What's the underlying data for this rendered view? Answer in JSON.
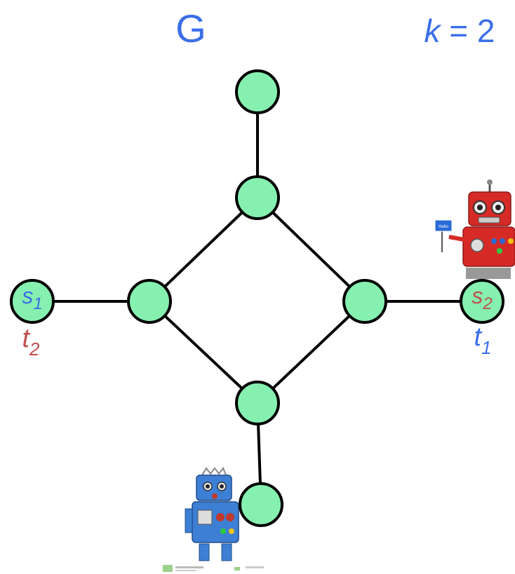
{
  "title": "G",
  "param": {
    "var": "k",
    "rest": " = 2"
  },
  "colors": {
    "blue": "#3b6fe8",
    "red": "#c0504d",
    "node_fill": "#86f0b0",
    "edge": "#000000",
    "robot_red": "#d62a26",
    "robot_blue": "#3d7fd4"
  },
  "nodes": [
    {
      "id": "top"
    },
    {
      "id": "upper"
    },
    {
      "id": "left"
    },
    {
      "id": "right"
    },
    {
      "id": "lower"
    },
    {
      "id": "bottom"
    },
    {
      "id": "s1"
    },
    {
      "id": "s2"
    }
  ],
  "edges": [
    [
      "top",
      "upper"
    ],
    [
      "upper",
      "left"
    ],
    [
      "upper",
      "right"
    ],
    [
      "left",
      "lower"
    ],
    [
      "right",
      "lower"
    ],
    [
      "lower",
      "bottom"
    ],
    [
      "s1",
      "left"
    ],
    [
      "right",
      "s2"
    ]
  ],
  "labels": {
    "s1": {
      "base": "s",
      "sub": "1"
    },
    "t2": {
      "base": "t",
      "sub": "2"
    },
    "s2": {
      "base": "s",
      "sub": "2"
    },
    "t1": {
      "base": "t",
      "sub": "1"
    }
  },
  "robots": [
    {
      "name": "red-robot",
      "sign": "Hello"
    },
    {
      "name": "blue-robot"
    }
  ]
}
